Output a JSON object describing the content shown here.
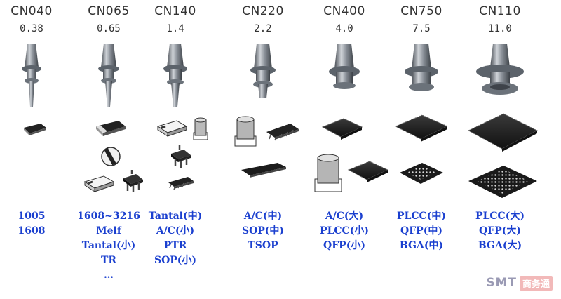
{
  "nozzles": [
    {
      "model": "CN040",
      "size": "0.38",
      "uses": [
        "1005",
        "1608"
      ]
    },
    {
      "model": "CN065",
      "size": "0.65",
      "uses": [
        "1608~3216",
        "Melf",
        "Tantal(小)",
        "TR",
        "…"
      ]
    },
    {
      "model": "CN140",
      "size": "1.4",
      "uses": [
        "Tantal(中)",
        "A/C(小)",
        "PTR",
        "SOP(小)"
      ]
    },
    {
      "model": "CN220",
      "size": "2.2",
      "uses": [
        "A/C(中)",
        "SOP(中)",
        "TSOP"
      ]
    },
    {
      "model": "CN400",
      "size": "4.0",
      "uses": [
        "A/C(大)",
        "PLCC(小)",
        "QFP(小)"
      ]
    },
    {
      "model": "CN750",
      "size": "7.5",
      "uses": [
        "PLCC(中)",
        "QFP(中)",
        "BGA(中)"
      ]
    },
    {
      "model": "CN110",
      "size": "11.0",
      "uses": [
        "PLCC(大)",
        "QFP(大)",
        "BGA(大)"
      ]
    }
  ],
  "watermark": {
    "latin": "SMT",
    "cjk": "商务通"
  }
}
